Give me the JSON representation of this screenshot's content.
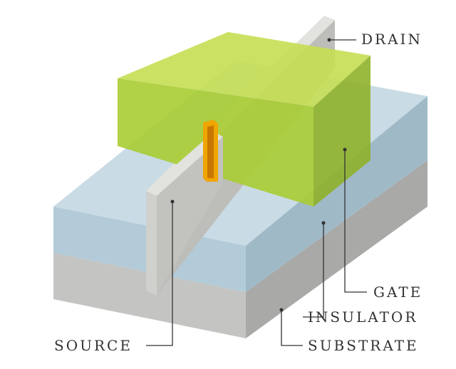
{
  "title": "FinFET transistor structure",
  "labels": {
    "drain": "DRAIN",
    "gate": "GATE",
    "insulator": "INSULATOR",
    "substrate": "SUBSTRATE",
    "source": "SOURCE"
  },
  "colors": {
    "substrate": "#b9b9b7",
    "insulator": "#b5ccd8",
    "gate": "#b4d23a",
    "fin": "#c8c8c4",
    "channel": "#f0a500"
  }
}
